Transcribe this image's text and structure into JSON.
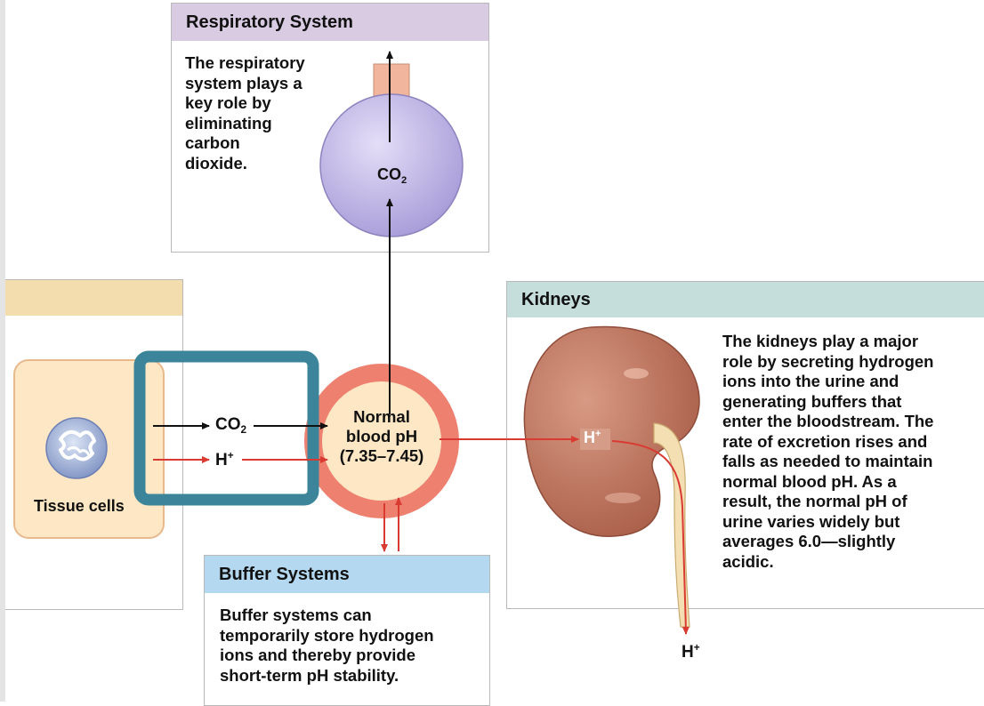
{
  "respiratory": {
    "title": "Respiratory System",
    "text": "The respiratory\nsystem plays a\nkey role by\neliminating\ncarbon\ndioxide.",
    "co2": "CO",
    "co2_sub": "2"
  },
  "tissue": {
    "label": "Tissue cells",
    "co2": "CO",
    "co2_sub": "2",
    "h": "H",
    "h_sup": "+"
  },
  "blood": {
    "line1": "Normal",
    "line2": "blood pH",
    "line3": "(7.35–7.45)"
  },
  "kidneys": {
    "title": "Kidneys",
    "text": "The kidneys play a major\nrole by secreting hydrogen\nions into the urine and\ngenerating buffers that\nenter the bloodstream. The\nrate of excretion rises and\nfalls as needed to maintain\nnormal blood pH. As a\nresult, the normal pH of\nurine varies widely but\naverages 6.0—slightly\nacidic.",
    "h_in": "H",
    "h_in_sup": "+",
    "h_out": "H",
    "h_out_sup": "+"
  },
  "buffer": {
    "title": "Buffer Systems",
    "text": "Buffer systems can\ntemporarily store hydrogen\nions and thereby provide\nshort-term pH stability."
  },
  "colors": {
    "respiratory_header": "#d9cbe2",
    "tissue_header": "#f3dcae",
    "kidney_header": "#c5dedc",
    "buffer_header": "#b3d8ef",
    "highlight": "#3b8499",
    "blood_ring": "#ee8070",
    "blood_core": "#fde7c4",
    "lung": "#c6bdea",
    "h_arrow": "#d93a32"
  }
}
